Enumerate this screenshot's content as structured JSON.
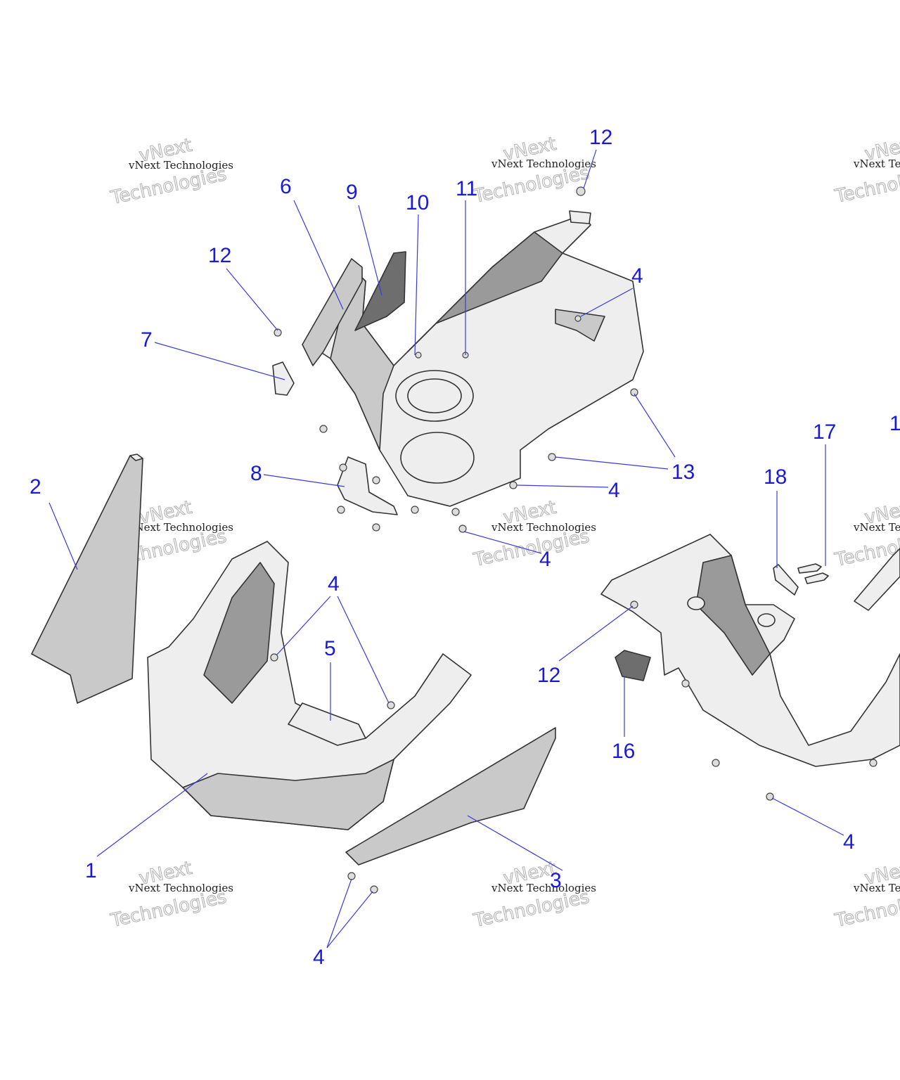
{
  "watermark": {
    "line1": "vNext Technologies",
    "line2": "vNext",
    "line3": "Technologies"
  },
  "callouts": {
    "c1": "1",
    "c2": "2",
    "c3": "3",
    "c4": "4",
    "c5": "5",
    "c6": "6",
    "c7": "7",
    "c8": "8",
    "c9": "9",
    "c10": "10",
    "c11": "11",
    "c12": "12",
    "c13": "13",
    "c16": "16",
    "c17": "17",
    "c18": "18",
    "c_edge": "1"
  }
}
